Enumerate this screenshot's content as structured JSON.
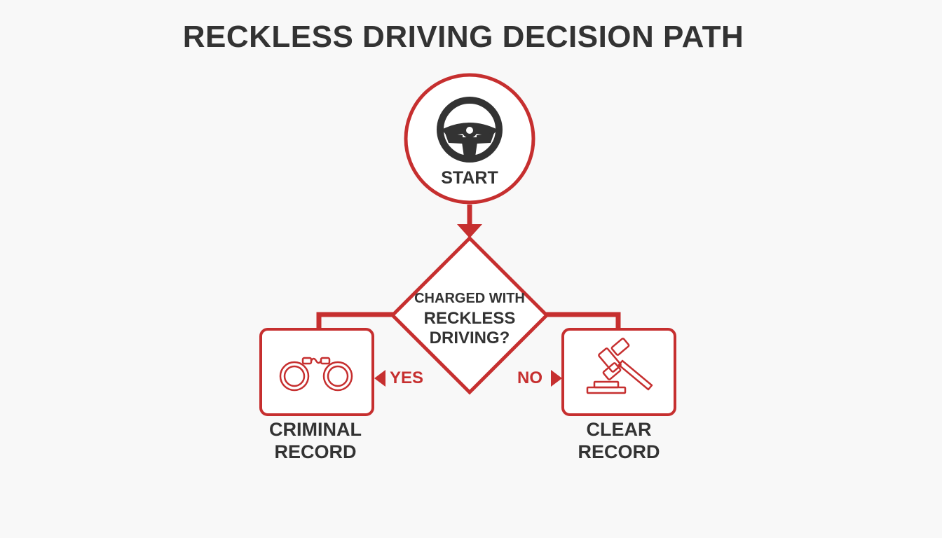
{
  "title": "RECKLESS DRIVING DECISION PATH",
  "start": {
    "label": "START",
    "icon": "steering-wheel-icon"
  },
  "decision": {
    "lines": [
      "CHARGED WITH",
      "RECKLESS",
      "DRIVING?"
    ]
  },
  "branches": {
    "yes": "YES",
    "no": "NO"
  },
  "outcomes": {
    "left": {
      "lines": [
        "CRIMINAL",
        "RECORD"
      ],
      "icon": "handcuffs-icon"
    },
    "right": {
      "lines": [
        "CLEAR",
        "RECORD"
      ],
      "icon": "gavel-icon"
    }
  },
  "colors": {
    "accent": "#c62f2f",
    "text": "#333333",
    "background": "#f8f8f8"
  }
}
